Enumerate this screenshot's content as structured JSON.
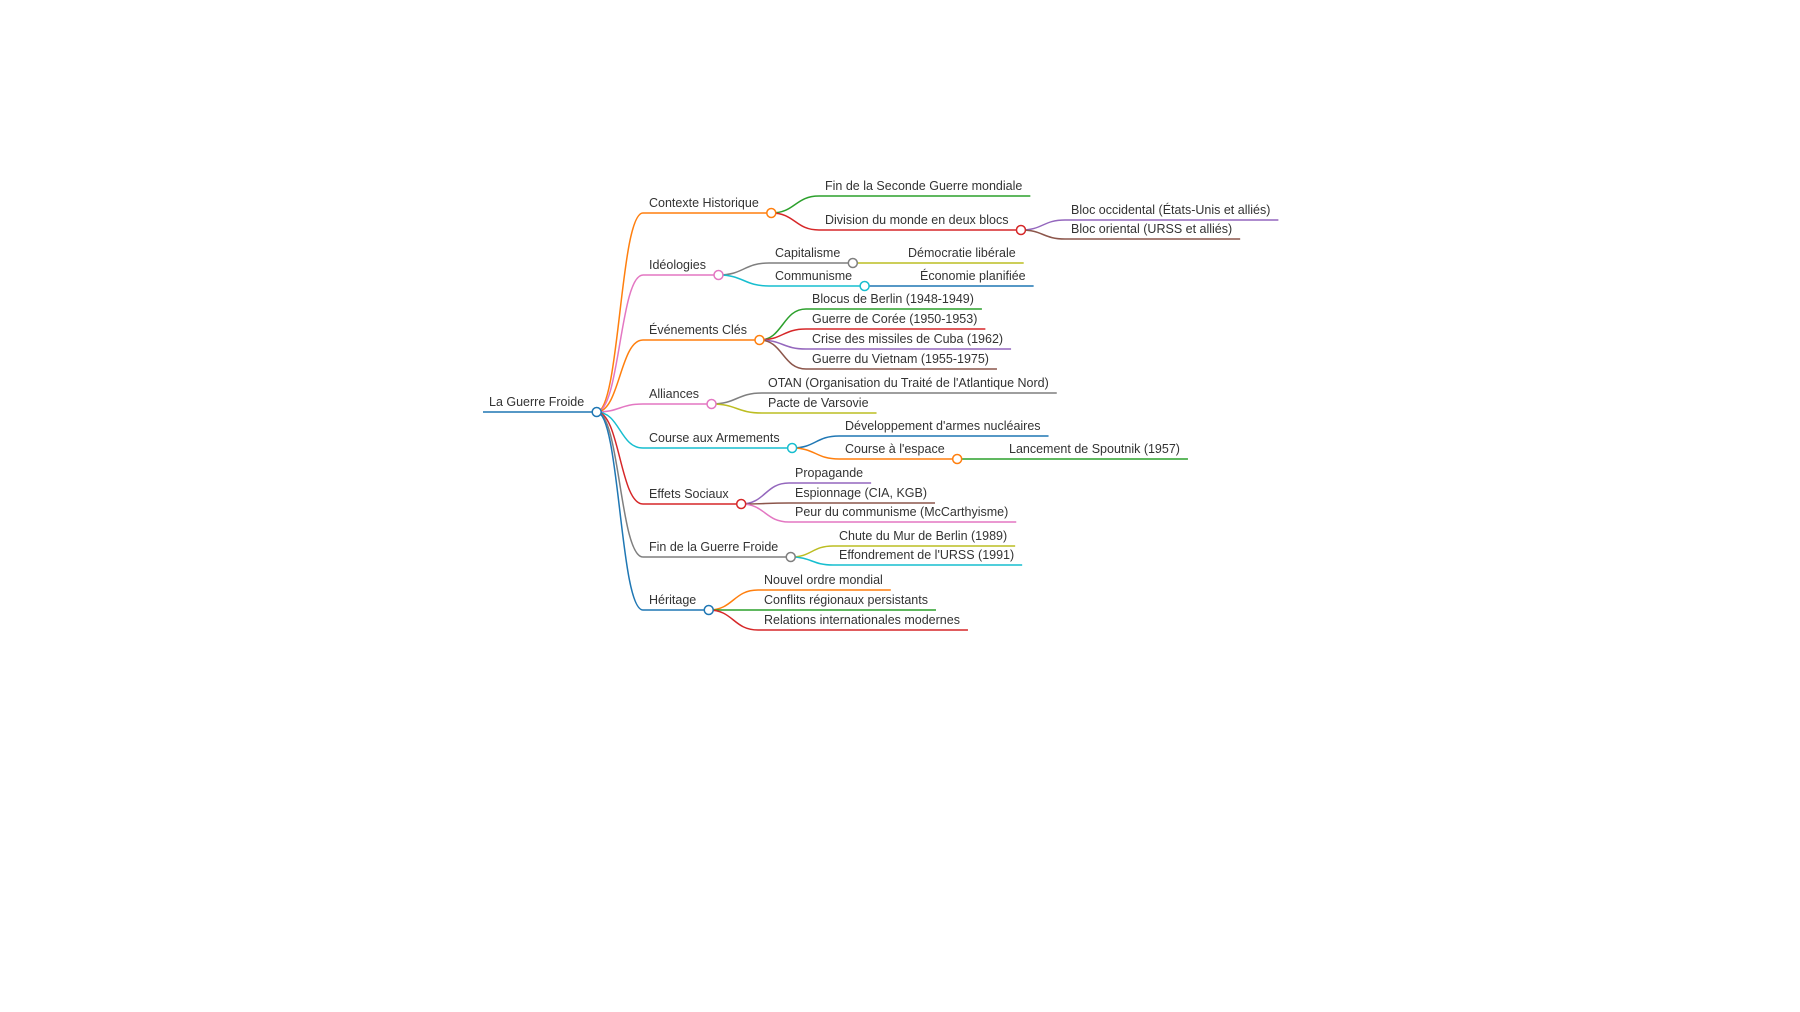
{
  "root": {
    "label": "La Guerre Froide",
    "color": "#1f77b4",
    "children": [
      {
        "label": "Contexte Historique",
        "color": "#ff7f0e",
        "children": [
          {
            "label": "Fin de la Seconde Guerre mondiale",
            "color": "#2ca02c"
          },
          {
            "label": "Division du monde en deux blocs",
            "color": "#d62728",
            "children": [
              {
                "label": "Bloc occidental (États-Unis et alliés)",
                "color": "#9467bd"
              },
              {
                "label": "Bloc oriental (URSS et alliés)",
                "color": "#8c564b"
              }
            ]
          }
        ]
      },
      {
        "label": "Idéologies",
        "color": "#e377c2",
        "children": [
          {
            "label": "Capitalisme",
            "color": "#7f7f7f",
            "children": [
              {
                "label": "Démocratie libérale",
                "color": "#bcbd22"
              }
            ]
          },
          {
            "label": "Communisme",
            "color": "#17becf",
            "children": [
              {
                "label": "Économie planifiée",
                "color": "#1f77b4"
              }
            ]
          }
        ]
      },
      {
        "label": "Événements Clés",
        "color": "#ff7f0e",
        "children": [
          {
            "label": "Blocus de Berlin (1948-1949)",
            "color": "#2ca02c"
          },
          {
            "label": "Guerre de Corée (1950-1953)",
            "color": "#d62728"
          },
          {
            "label": "Crise des missiles de Cuba (1962)",
            "color": "#9467bd"
          },
          {
            "label": "Guerre du Vietnam (1955-1975)",
            "color": "#8c564b"
          }
        ]
      },
      {
        "label": "Alliances",
        "color": "#e377c2",
        "children": [
          {
            "label": "OTAN (Organisation du Traité de l'Atlantique Nord)",
            "color": "#7f7f7f"
          },
          {
            "label": "Pacte de Varsovie",
            "color": "#bcbd22"
          }
        ]
      },
      {
        "label": "Course aux Armements",
        "color": "#17becf",
        "children": [
          {
            "label": "Développement d'armes nucléaires",
            "color": "#1f77b4"
          },
          {
            "label": "Course à l'espace",
            "color": "#ff7f0e",
            "children": [
              {
                "label": "Lancement de Spoutnik (1957)",
                "color": "#2ca02c"
              }
            ]
          }
        ]
      },
      {
        "label": "Effets Sociaux",
        "color": "#d62728",
        "children": [
          {
            "label": "Propagande",
            "color": "#9467bd"
          },
          {
            "label": "Espionnage (CIA, KGB)",
            "color": "#8c564b"
          },
          {
            "label": "Peur du communisme (McCarthyisme)",
            "color": "#e377c2"
          }
        ]
      },
      {
        "label": "Fin de la Guerre Froide",
        "color": "#7f7f7f",
        "children": [
          {
            "label": "Chute du Mur de Berlin (1989)",
            "color": "#bcbd22"
          },
          {
            "label": "Effondrement de l'URSS (1991)",
            "color": "#17becf"
          }
        ]
      },
      {
        "label": "Héritage",
        "color": "#1f77b4",
        "children": [
          {
            "label": "Nouvel ordre mondial",
            "color": "#ff7f0e"
          },
          {
            "label": "Conflits régionaux persistants",
            "color": "#2ca02c"
          },
          {
            "label": "Relations internationales modernes",
            "color": "#d62728"
          }
        ]
      }
    ]
  }
}
